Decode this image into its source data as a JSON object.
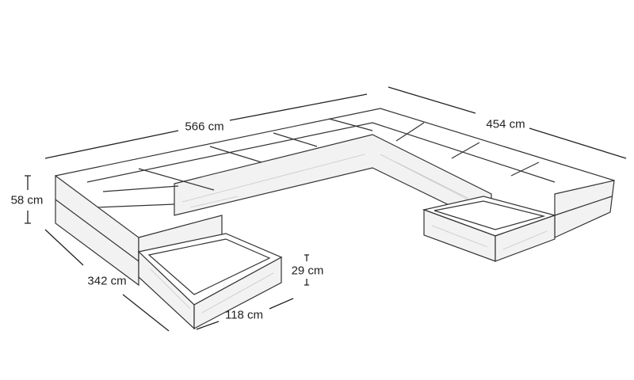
{
  "dimensions": {
    "total_length": "566 cm",
    "total_depth": "454 cm",
    "tall_height": "58 cm",
    "arm_length": "342 cm",
    "low_height": "29 cm",
    "module_width": "118 cm"
  }
}
